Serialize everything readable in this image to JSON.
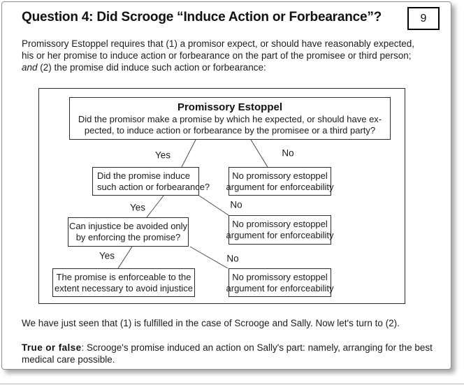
{
  "header": {
    "title": "Question 4: Did Scrooge “Induce Action or Forbearance”?",
    "slide_number": "9"
  },
  "intro": {
    "line1": "Promissory Estoppel requires that (1) a promisor expect, or should have reasonably expected,",
    "line2": "his or her promise to induce action or forbearance on the part of the promisee or third person;",
    "line3_italic": "and",
    "line3_rest": " (2) the promise did induce such action or forbearance:"
  },
  "flowchart": {
    "root": {
      "title": "Promissory Estoppel",
      "line1": "Did the promisor make a promise by which he expected, or should have ex-",
      "line2": "pected, to induce action or forbearance by the promisee or a third party?"
    },
    "nodes": {
      "q2": {
        "line1": "Did the promise induce",
        "line2": "such action or forbearance?"
      },
      "no1": {
        "line1": "No promissory estoppel",
        "line2": "argument for enforceability"
      },
      "q3": {
        "line1": "Can injustice be avoided only",
        "line2": "by enforcing the promise?"
      },
      "no2": {
        "line1": "No promissory estoppel",
        "line2": "argument for enforceability"
      },
      "final": {
        "line1": "The promise is enforceable to the",
        "line2": "extent necessary to avoid injustice"
      },
      "no3": {
        "line1": "No promissory estoppel",
        "line2": "argument for enforceability"
      }
    },
    "labels": {
      "yes1": "Yes",
      "no1": "No",
      "yes2": "Yes",
      "no2": "No",
      "yes3": "Yes",
      "no3": "No"
    }
  },
  "footer": {
    "line1": "We have just seen that (1) is fulfilled in the case of Scrooge and Sally. Now let's turn to (2).",
    "bold": "True or false",
    "rest1": ": Scrooge's promise induced an action on Sally's part: namely, arranging for the best",
    "rest2": "medical care possible."
  },
  "colors": {
    "slide_border": "#8f8f8f",
    "box_border": "#2b2b2b",
    "text": "#1c1c1c",
    "shadow": "rgba(0,0,0,0.35)"
  }
}
